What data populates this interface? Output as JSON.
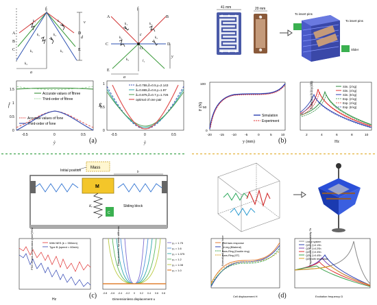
{
  "figure": {
    "colors": {
      "divider_purple": "#8a3fb0",
      "divider_green": "#3fa34d",
      "divider_blue": "#2d7fd0",
      "divider_yellow": "#e2b23a"
    }
  },
  "panel_a": {
    "label": "(a)",
    "diagram_left": {
      "points": [
        "f",
        "A",
        "B",
        "C",
        "D",
        "E"
      ],
      "springs": [
        "k₁",
        "k₂",
        "k₃",
        "k₁",
        "k₂",
        "k₃"
      ],
      "dims": [
        "a",
        "d",
        "k₃",
        "v"
      ]
    },
    "diagram_right": {
      "points": [
        "f",
        "A",
        "B",
        "C",
        "D",
        "E",
        "O"
      ],
      "springs": [
        "k₁",
        "k₂",
        "k₃",
        "k₁",
        "k₂"
      ],
      "dims": [
        "a",
        "c",
        "l₁",
        "y"
      ]
    },
    "chart_left": {
      "ylabel": "f̂",
      "xlabel": "ŷ",
      "xticks": [
        "-0.5",
        "0",
        "0.5"
      ],
      "yticks": [
        "0",
        "0.5",
        "1",
        "1.5"
      ],
      "legend": [
        "Accurate values of f̂three",
        "Third-order of f̂three",
        "Accurate values of f̂one",
        "Third-order of f̂one"
      ],
      "colors": {
        "top_accurate": "#4a9a4a",
        "top_third": "#7ec87e",
        "bot_accurate": "#e05050",
        "bot_third": "#3a4fb0"
      }
    },
    "chart_right": {
      "ylabel": "K̂",
      "xlabel": "ŷ",
      "xticks": [
        "-0.5",
        "0",
        "0.5"
      ],
      "yticks": [
        "0",
        "0.5",
        "1"
      ],
      "legend": [
        "â=0.755,δ=0.5,γ=2.143",
        "â=0.865,δ=0.6,γ=1.97",
        "â=0.875,δ=0.7,γ=1.726",
        "optimal of one pair"
      ],
      "colors": [
        "#3a4fb0",
        "#2aa7a7",
        "#4a9a4a",
        "#e05050"
      ]
    }
  },
  "panel_b": {
    "label": "(b)",
    "dims": [
      "41 mm",
      "20 mm"
    ],
    "model_labels": [
      "To insert pins",
      "To insert pins",
      "Slider"
    ],
    "chart_left": {
      "ylabel": "F (N)",
      "xlabel": "y (mm)",
      "xticks": [
        "-20",
        "-15",
        "-10",
        "-5",
        "0",
        "5",
        "10"
      ],
      "yticks": [
        "0",
        "50",
        "100"
      ],
      "legend": [
        "Simulation",
        "Experiment"
      ],
      "colors": [
        "#2a3fb0",
        "#e03030"
      ]
    },
    "chart_right": {
      "ylabel": "Transmissibility(dB)",
      "xlabel": "Hz",
      "xticks": [
        "2",
        "4",
        "6",
        "8",
        "10"
      ],
      "yticks": [
        "-20",
        "-10",
        "0",
        "10",
        "20",
        "30"
      ],
      "legend": [
        "Sim. (2 kg)",
        "Sim. (4 kg)",
        "Sim. (6 kg)",
        "Exp. (2 kg)",
        "Exp. (4 kg)",
        "Exp. (6 kg)"
      ],
      "colors": [
        "#2a8a3a",
        "#e03030",
        "#2a3fb0",
        "#2a8a3a",
        "#e03030",
        "#2a3fb0"
      ]
    }
  },
  "panel_c": {
    "label": "(c)",
    "mechanism_labels": [
      "Initial position",
      "Mass",
      "M",
      "b",
      "C",
      "Kᵥ",
      "Sliding block"
    ],
    "chart_left": {
      "ylabel": "PSD of mid-acceleration (m/s²)²/Hz",
      "xlabel": "Hz",
      "legend": [
        "With NES (k = 350mm)",
        "Type B (speed = 60m/s)"
      ],
      "colors": [
        "#e03030",
        "#2a3fb0"
      ]
    },
    "chart_right": {
      "ylabel": "Dimensionless dynamic stiffness",
      "xlabel": "Dimensionless displacement u",
      "xticks": [
        "-0.8",
        "-0.6",
        "-0.4",
        "-0.2",
        "0",
        "0.2",
        "0.4",
        "0.6",
        "0.8"
      ],
      "yticks": [
        "0",
        "0.2",
        "0.4",
        "0.6",
        "0.8",
        "1"
      ],
      "legend": [
        "γ₀ = 1.75",
        "γ₀ = 1.6",
        "γ₀ = 1.375",
        "γ₀ = 1.2",
        "γ₀ = 1.08",
        "γ₀ = 1.0"
      ],
      "colors": [
        "#7a6ad0",
        "#4a8fd8",
        "#2aa7a7",
        "#5ab85a",
        "#b8c83a",
        "#e08030"
      ]
    }
  },
  "panel_d": {
    "label": "(d)",
    "chart_left": {
      "ylabel": "Normalized restoring force",
      "xlabel": "Cell displacement H",
      "legend": [
        "Unit bars response",
        "Tri-leg (Bilateral)",
        "Bars-Ring (Double ring)",
        "Bars-Ring (ST)"
      ],
      "colors": [
        "#e07a30",
        "#2a3fb0",
        "#3aa04a",
        "#d8a020"
      ]
    },
    "chart_right": {
      "ylabel": "Displacement Transmissibility Tb",
      "xlabel": "Excitation frequency Ω",
      "legend": [
        "Linear system",
        "QZS, ξ=0.1Sh",
        "QZS, ξ=0.2Sh",
        "QZS, ξ=0.3Sh",
        "QZS, ξ=0.4Sh",
        "QZS with resonance"
      ],
      "colors": [
        "#888888",
        "#2a3fb0",
        "#7a3fb0",
        "#e03030",
        "#3aa04a",
        "#e0a020"
      ]
    }
  }
}
